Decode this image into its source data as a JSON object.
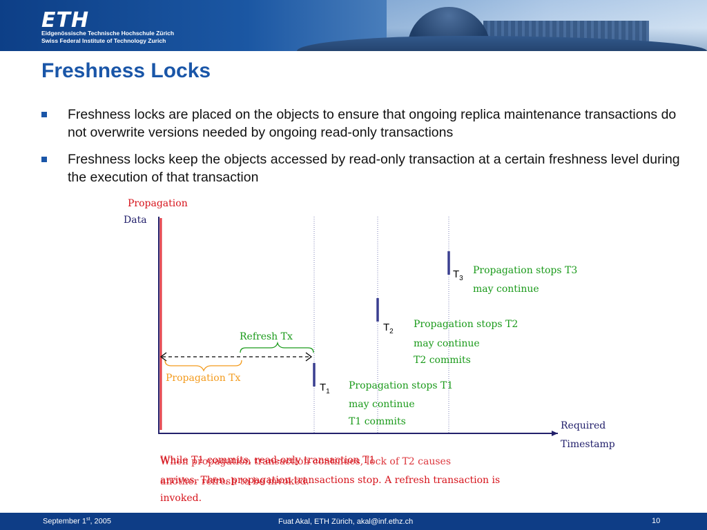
{
  "header": {
    "logo": "ETH",
    "subtitle_de": "Eidgenössische Technische Hochschule Zürich",
    "subtitle_en": "Swiss Federal Institute of Technology Zurich"
  },
  "slide": {
    "title": "Freshness Locks",
    "bullets": [
      "Freshness locks are placed on the objects to ensure that ongoing replica maintenance transactions do not overwrite versions needed by ongoing read-only transactions",
      "Freshness locks keep the objects accessed by read-only transaction at a certain freshness level during the execution of that transaction"
    ]
  },
  "diagram": {
    "y_axis_label_top": "Propagation",
    "y_axis_label_bottom": "Data",
    "x_axis_label_top": "Required",
    "x_axis_label_bottom": "Timestamp",
    "refresh_tx": "Refresh Tx",
    "propagation_tx": "Propagation Tx",
    "transactions": [
      {
        "name": "T",
        "sub": "1",
        "note_line1": "Propagation stops T1",
        "note_line2": "may continue",
        "note_line3": "T1 commits"
      },
      {
        "name": "T",
        "sub": "2",
        "note_line1": "Propagation stops T2",
        "note_line2": "may continue",
        "note_line3": "T2 commits"
      },
      {
        "name": "T",
        "sub": "3",
        "note_line1": "Propagation stops T3",
        "note_line2": "may continue",
        "note_line3": ""
      }
    ],
    "caption_line1": "While T1 commits, read-only transaction T1",
    "caption_line2": "arrives. Then, propagation transactions stop. A refresh transaction is",
    "caption_line3": "invoked.",
    "overlay_line1": "When propagation transaction continues, lock of T2 causes",
    "overlay_line2": "another refresh to be invoked.",
    "colors": {
      "title_blue": "#1a56a8",
      "axis_navy": "#22206b",
      "refresh_green": "#1a9a1a",
      "propagation_orange": "#f39a1b",
      "caption_red": "#d6121a",
      "footer_bg": "#0e3d86"
    }
  },
  "footer": {
    "date_pre": "September 1",
    "date_sup": "st",
    "date_post": ", 2005",
    "author": "Fuat Akal, ETH Zürich, akal@inf.ethz.ch",
    "page": "10"
  }
}
